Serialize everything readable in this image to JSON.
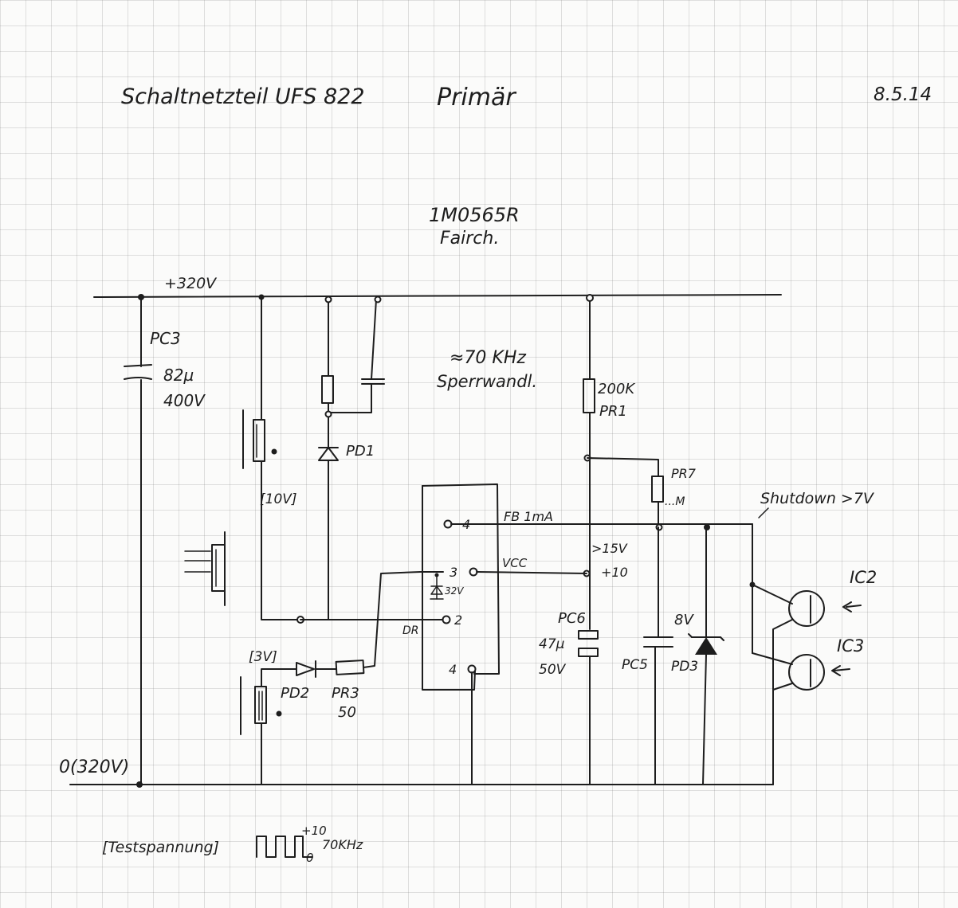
{
  "header": {
    "title": "Schaltnetzteil UFS 822",
    "section": "Primär",
    "date": "8.5.14"
  },
  "ic": {
    "part": "1M0565R",
    "maker": "Fairch.",
    "pins": {
      "fb": "4",
      "vcc": "3",
      "drain": "2",
      "gnd": "4"
    }
  },
  "notes": {
    "supply": "+320V",
    "ground": "0(320V)",
    "freq": "≈70 KHz",
    "topology": "Sperrwandl.",
    "fb": "FB  1mA",
    "vcc": "VCC",
    "vcc_min": ">15V",
    "vcc_typ": "+10",
    "shutdown": "Shutdown >7V",
    "dr": "DR",
    "zener_int": "32V",
    "w1": "[10V]",
    "w2": "[3V]",
    "zd3_v": "8V"
  },
  "components": {
    "pc3": {
      "ref": "PC3",
      "value": "82µ",
      "voltage": "400V"
    },
    "pr1": {
      "ref": "PR1",
      "value": "200K"
    },
    "pd1": {
      "ref": "PD1"
    },
    "pr7": {
      "ref": "PR7",
      "value": "...M"
    },
    "pd2": {
      "ref": "PD2"
    },
    "pr3": {
      "ref": "PR3",
      "value": "50"
    },
    "pc6": {
      "ref": "PC6",
      "value": "47µ",
      "voltage": "50V"
    },
    "pc5": {
      "ref": "PC5"
    },
    "pd3": {
      "ref": "PD3"
    },
    "ic2": {
      "ref": "IC2"
    },
    "ic3": {
      "ref": "IC3"
    }
  },
  "test": {
    "label": "[Testspannung]",
    "high": "+10",
    "low": "0",
    "freq": "70KHz"
  }
}
